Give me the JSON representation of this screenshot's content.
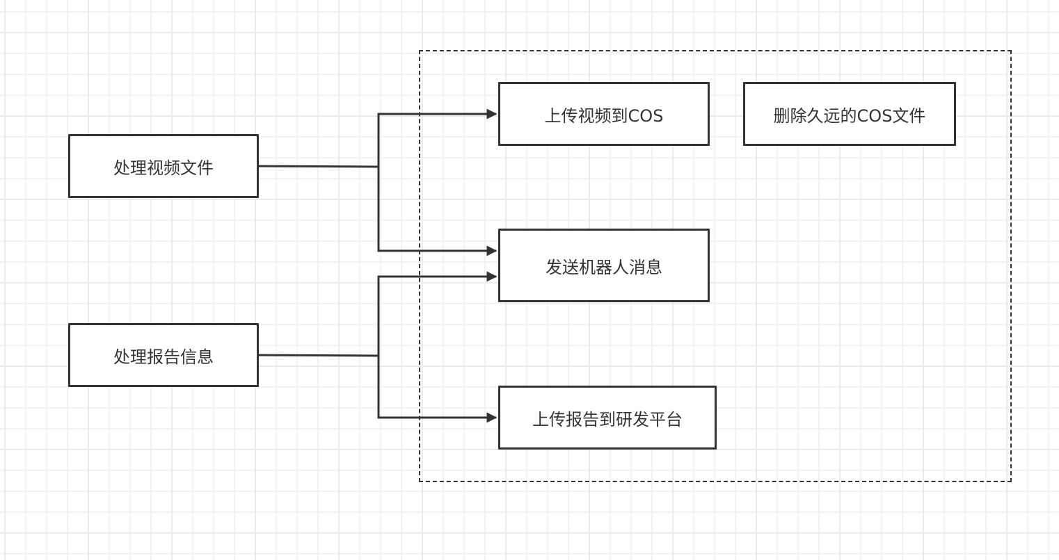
{
  "diagram": {
    "colors": {
      "stroke": "#333333",
      "fill": "#ffffff",
      "grid_minor": "#f3f3f3",
      "grid_major": "#ebebeb"
    },
    "nodes": [
      {
        "id": "process_video",
        "label": "处理视频文件"
      },
      {
        "id": "process_report",
        "label": "处理报告信息"
      },
      {
        "id": "upload_video_cos",
        "label": "上传视频到COS"
      },
      {
        "id": "delete_old_cos",
        "label": "删除久远的COS文件"
      },
      {
        "id": "send_bot_message",
        "label": "发送机器人消息"
      },
      {
        "id": "upload_report_platform",
        "label": "上传报告到研发平台"
      }
    ],
    "group": {
      "id": "tasks_group",
      "label": "",
      "style": "dashed",
      "members": [
        "upload_video_cos",
        "delete_old_cos",
        "send_bot_message",
        "upload_report_platform"
      ]
    },
    "edges": [
      {
        "from": "process_video",
        "to": "upload_video_cos"
      },
      {
        "from": "process_video",
        "to": "send_bot_message"
      },
      {
        "from": "process_report",
        "to": "send_bot_message"
      },
      {
        "from": "process_report",
        "to": "upload_report_platform"
      }
    ]
  }
}
